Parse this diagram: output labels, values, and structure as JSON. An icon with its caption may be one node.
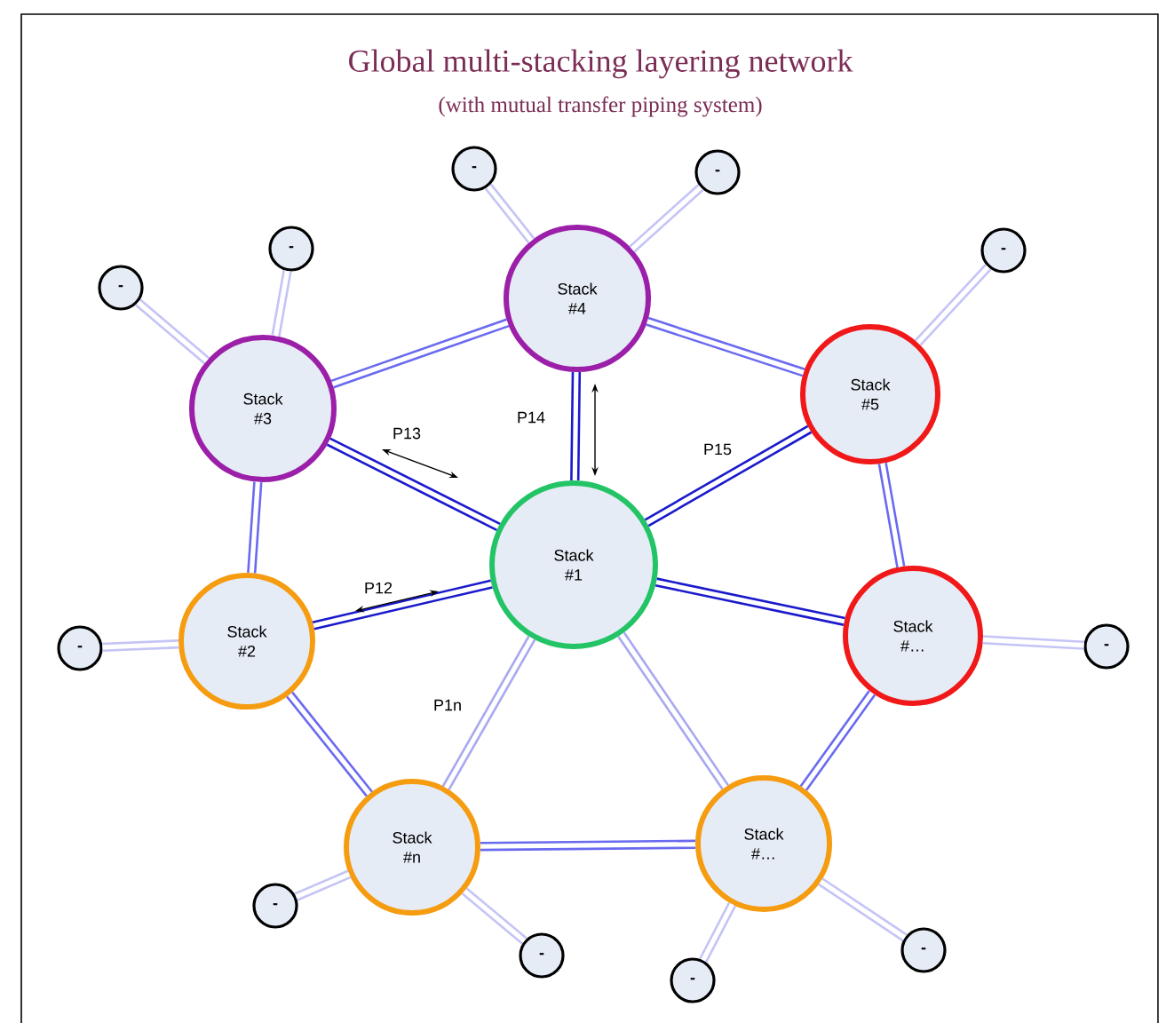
{
  "diagram": {
    "title": "Global multi-stacking layering network",
    "caption": "(with mutual transfer piping system)",
    "nodes": [
      {
        "text": [
          "Stack #1"
        ]
      },
      {
        "text": [
          "Stack #4"
        ]
      },
      {
        "text": [
          "Stack #3"
        ]
      },
      {
        "text": [
          "Stack #5"
        ]
      },
      {
        "text": [
          "Stack #2"
        ]
      },
      {
        "text": [
          "Stack #…"
        ]
      },
      {
        "text": [
          "Stack #n"
        ]
      },
      {
        "text": [
          "Stack #…"
        ]
      },
      {
        "text": [
          "-"
        ]
      },
      {
        "text": [
          "-"
        ]
      },
      {
        "text": [
          "-"
        ]
      },
      {
        "text": [
          "-"
        ]
      },
      {
        "text": [
          "-"
        ]
      },
      {
        "text": [
          "-"
        ]
      },
      {
        "text": [
          "-"
        ]
      },
      {
        "text": [
          "-"
        ]
      },
      {
        "text": [
          "-"
        ]
      },
      {
        "text": [
          "-"
        ]
      },
      {
        "text": [
          "-"
        ]
      }
    ],
    "edges": [
      {
        "from": 2,
        "to": 0,
        "arrow": "none",
        "label": "P13",
        "color": "#1a1acc"
      },
      {
        "from": 1,
        "to": 0,
        "arrow": "none",
        "label": "P14",
        "color": "#1a1acc"
      },
      {
        "from": 3,
        "to": 0,
        "arrow": "none",
        "label": "P15",
        "color": "#1a1acc"
      },
      {
        "from": 4,
        "to": 0,
        "arrow": "none",
        "label": "P12",
        "color": "#1a1acc"
      },
      {
        "from": 0,
        "to": 5,
        "arrow": "none",
        "color": "#1a1acc"
      },
      {
        "from": 0,
        "to": 6,
        "arrow": "none",
        "label": "P1n",
        "color": "#a8a8f0"
      },
      {
        "from": 0,
        "to": 7,
        "arrow": "none",
        "color": "#a8a8f0"
      },
      {
        "from": 2,
        "to": 1,
        "arrow": "none",
        "color": "#6a6af0"
      },
      {
        "from": 1,
        "to": 3,
        "arrow": "none",
        "color": "#6a6af0"
      },
      {
        "from": 3,
        "to": 5,
        "arrow": "none",
        "color": "#6a6af0"
      },
      {
        "from": 5,
        "to": 7,
        "arrow": "none",
        "color": "#6a6af0"
      },
      {
        "from": 7,
        "to": 6,
        "arrow": "none",
        "color": "#6a6af0"
      },
      {
        "from": 6,
        "to": 4,
        "arrow": "none",
        "color": "#6a6af0"
      },
      {
        "from": 4,
        "to": 2,
        "arrow": "none",
        "color": "#6a6af0"
      },
      {
        "from": 1,
        "to": 8,
        "arrow": "none"
      },
      {
        "from": 1,
        "to": 9,
        "arrow": "none"
      },
      {
        "from": 2,
        "to": 10,
        "arrow": "none"
      },
      {
        "from": 2,
        "to": 11,
        "arrow": "none"
      },
      {
        "from": 3,
        "to": 12,
        "arrow": "none"
      },
      {
        "from": 4,
        "to": 13,
        "arrow": "none"
      },
      {
        "from": 5,
        "to": 14,
        "arrow": "none"
      },
      {
        "from": 6,
        "to": 15,
        "arrow": "none"
      },
      {
        "from": 6,
        "to": 16,
        "arrow": "none"
      },
      {
        "from": 7,
        "to": 17,
        "arrow": "none"
      },
      {
        "from": 7,
        "to": 18,
        "arrow": "none"
      }
    ]
  }
}
